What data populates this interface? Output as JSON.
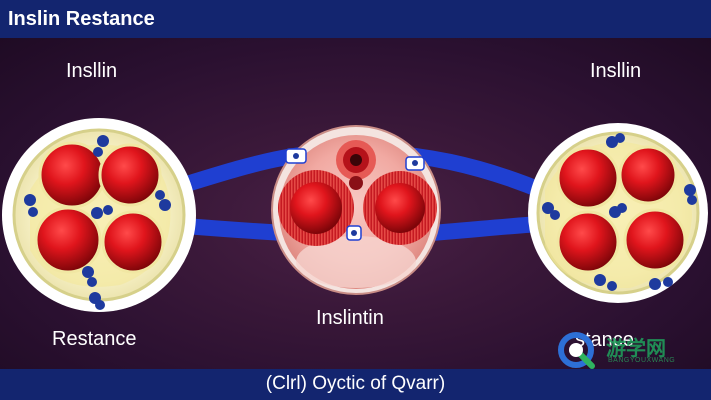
{
  "header": {
    "title": "Inslin Restance"
  },
  "labels": {
    "top_left": "Insllin",
    "top_right": "Insllin",
    "bottom_left": "Restance",
    "bottom_center": "Inslintin",
    "bottom_right": "stance"
  },
  "footer": {
    "caption": "(Clrl) Oyctic of Qvarr)"
  },
  "watermark": {
    "text": "游学网",
    "subtext": "BANGYOUXWANG"
  },
  "colors": {
    "header_bg": "#13256f",
    "tube": "#1f3fd1",
    "cell_fill": "#f3efc0",
    "organelle_red": "#d4121a",
    "granule_blue": "#1e3a9e"
  }
}
